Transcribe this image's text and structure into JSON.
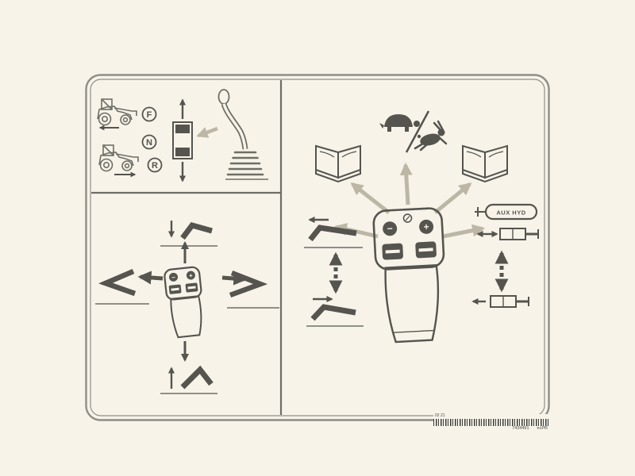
{
  "colors": {
    "background": "#f7f3e9",
    "frame_line": "#8f8e86",
    "dark_line": "#55544e",
    "mid_line": "#6f6e66",
    "accent_arrow": "#bcb7a5"
  },
  "decal": {
    "gear_selector_panel": {
      "forward_label": "F",
      "neutral_label": "N",
      "reverse_label": "R"
    },
    "loader_joystick_panel": {
      "minus_button_label": "−",
      "plus_button_label": "+"
    },
    "main_joystick_panel": {
      "minus_button_label": "−",
      "plus_button_label": "+",
      "aux_hyd_label": "AUX HYD"
    },
    "footer": {
      "date_code": "02 21",
      "part_number": "7434491",
      "revision_code": "ecPR"
    }
  },
  "icons": {
    "tractor-forward-icon": "machine travels forward",
    "tractor-reverse-icon": "machine travels reverse",
    "fnr-selector-icon": "forward-neutral-reverse gate",
    "shift-lever-icon": "gear shift lever with boot",
    "joystick-icon": "control joystick with buttons",
    "boom-lower-icon": "push stick: lower loader",
    "boom-raise-icon": "pull stick: raise loader",
    "bucket-tilt-left-icon": "tilt bucket left/dump",
    "bucket-tilt-right-icon": "tilt bucket right/curl",
    "turtle-icon": "slow speed",
    "rabbit-icon": "fast speed",
    "manual-book-icon": "refer to operator manual",
    "aux-hyd-capsule-icon": "auxiliary hydraulics",
    "hydraulic-cylinder-icon": "cylinder extend/retract",
    "dashed-arrow-icon": "proportional movement",
    "barcode": "label barcode"
  }
}
